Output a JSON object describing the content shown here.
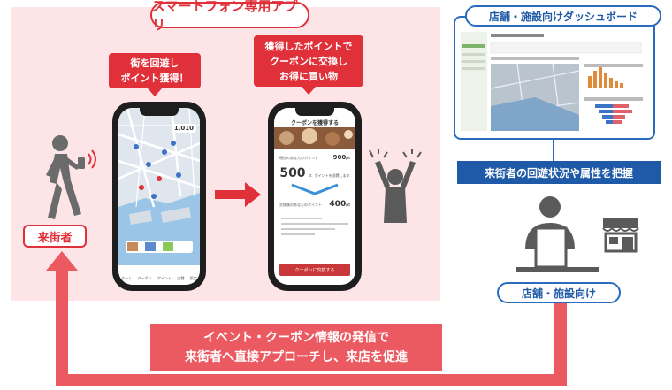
{
  "app_section": {
    "title": "スマートフォン専用アプリ",
    "callout_walk": [
      "街を回遊し",
      "ポイント獲得！"
    ],
    "callout_exchange": [
      "獲得したポイントで",
      "クーポンに交換し",
      "お得に買い物"
    ]
  },
  "visitor": {
    "label": "来街者"
  },
  "phone_map": {
    "points": "1,010",
    "nav_items": [
      "ホーム",
      "クーポン",
      "ポイント",
      "店舗",
      "設定"
    ]
  },
  "phone_coupon": {
    "header": "クーポンを獲得する",
    "own_points_label": "現在のあなたのポイント",
    "own_points": "900",
    "use_label": "ポイントを消費します",
    "use_points": "500",
    "remain_label": "交換後のあなたのポイント",
    "remain_points": "400",
    "unit": "pt",
    "button": "クーポンに交換する"
  },
  "dashboard": {
    "title": "店舗・施設向けダッシュボード",
    "banner": "来街者の回遊状況や属性を把握"
  },
  "store": {
    "label": "店舗・施設向け"
  },
  "bottom": {
    "lines": [
      "イベント・クーポン情報の発信で",
      "来街者へ直接アプローチし、来店を促進"
    ]
  },
  "colors": {
    "accent_red": "#e0303a",
    "banner_red": "#ec5a61",
    "accent_blue": "#1f5aa8",
    "panel_pink": "#fde4e6"
  }
}
